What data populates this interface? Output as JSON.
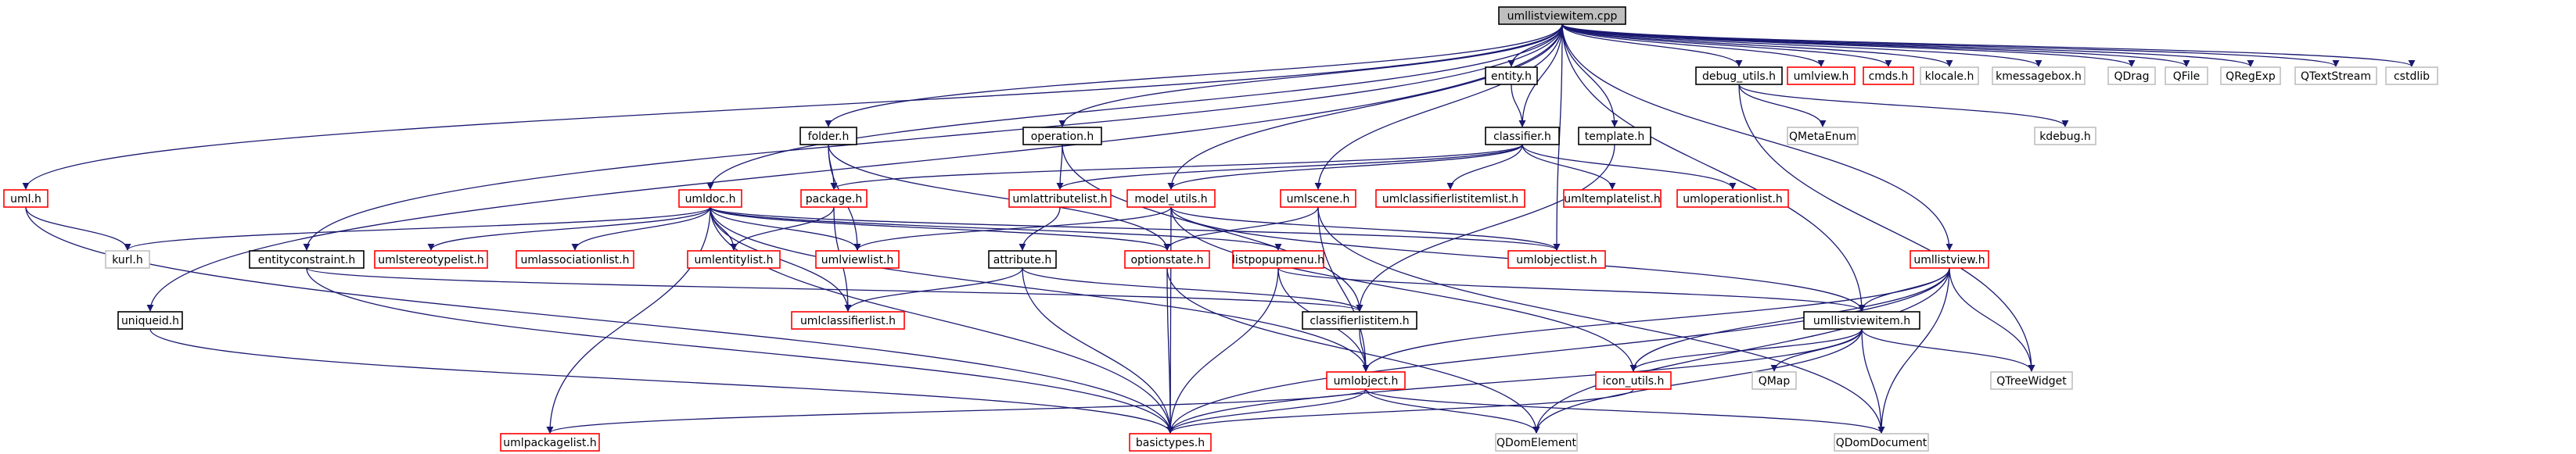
{
  "colors": {
    "edge": "#191970",
    "linked_border": "#000000",
    "missing_border": "#ff0000",
    "external_border": "#bfbfbf",
    "root_fill": "#bfbfbf"
  },
  "nodes": {
    "root": "umllistviewitem.cpp",
    "uml_h": "uml.h",
    "entityconstraint_h": "entityconstraint.h",
    "folder_h": "folder.h",
    "operation_h": "operation.h",
    "model_utils_h": "model_utils.h",
    "entity_h": "entity.h",
    "classifier_h": "classifier.h",
    "template_h": "template.h",
    "umlscene_h": "umlscene.h",
    "debug_utils_h": "debug_utils.h",
    "umlview_h": "umlview.h",
    "cmds_h": "cmds.h",
    "klocale_h": "klocale.h",
    "kmessagebox_h": "kmessagebox.h",
    "QDrag": "QDrag",
    "QFile": "QFile",
    "QRegExp": "QRegExp",
    "QTextStream": "QTextStream",
    "cstdlib": "cstdlib",
    "QMetaEnum": "QMetaEnum",
    "kdebug_h": "kdebug.h",
    "umldoc_h": "umldoc.h",
    "package_h": "package.h",
    "umlattributelist_h": "umlattributelist.h",
    "umlclassifierlistitemlist_h": "umlclassifierlistitemlist.h",
    "umltemplatelist_h": "umltemplatelist.h",
    "umloperationlist_h": "umloperationlist.h",
    "umllistview_h": "umllistview.h",
    "kurl_h": "kurl.h",
    "umlstereotypelist_h": "umlstereotypelist.h",
    "umlassociationlist_h": "umlassociationlist.h",
    "umlentitylist_h": "umlentitylist.h",
    "umlviewlist_h": "umlviewlist.h",
    "optionstate_h": "optionstate.h",
    "listpopupmenu_h": "listpopupmenu.h",
    "umlobjectlist_h": "umlobjectlist.h",
    "attribute_h": "attribute.h",
    "uniqueid_h": "uniqueid.h",
    "umlclassifierlist_h": "umlclassifierlist.h",
    "classifierlistitem_h": "classifierlistitem.h",
    "umllistviewitem_h": "umllistviewitem.h",
    "umlobject_h": "umlobject.h",
    "icon_utils_h": "icon_utils.h",
    "QMap": "QMap",
    "QTreeWidget": "QTreeWidget",
    "umlpackagelist_h": "umlpackagelist.h",
    "basictypes_h": "basictypes.h",
    "QDomElement": "QDomElement",
    "QDomDocument": "QDomDocument"
  }
}
